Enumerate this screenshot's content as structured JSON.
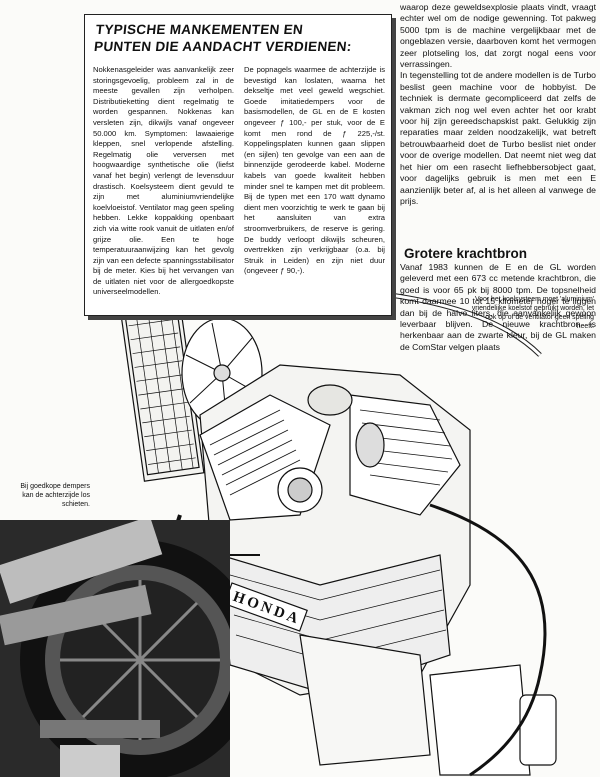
{
  "box": {
    "title_line1": "TYPISCHE MANKEMENTEN EN",
    "title_line2": "PUNTEN DIE AANDACHT VERDIENEN:",
    "col1": "Nokkenasgeleider was aanvankelijk zeer storingsgevoelig, probleem zal in de meeste gevallen zijn verholpen. Distributieketting dient regelmatig te worden gespannen. Nokkenas kan versleten zijn, dikwijls vanaf ongeveer 50.000 km. Symptomen: lawaaierige kleppen, snel verlopende afstelling. Regelmatig olie verversen met hoogwaardige synthetische olie (liefst vanaf het begin) verlengt de levensduur drastisch. Koelsysteem dient gevuld te zijn met aluminiumvriendelijke koelvloeistof. Ventilator mag geen speling hebben. Lekke koppakking openbaart zich via witte rook vanuit de uitlaten en/of grijze olie. Een te hoge temperatuuraanwijzing kan het gevolg zijn van een defecte spanningsstabilisator bij de meter. Kies bij het vervangen van de uitlaten niet voor de allergoedkopste universeelmodellen.",
    "col2": "De popnagels waarmee de achterzijde is bevestigd kan loslaten, waarna het dekseltje met veel geweld wegschiet. Goede imitatiedempers voor de basismodellen, de GL en de E kosten ongeveer ƒ 100,- per stuk, voor de E komt men rond de ƒ 225,-/st. Koppelingsplaten kunnen gaan slippen (en sijlen) ten gevolge van een aan de binnenzijde gerodeerde kabel. Moderne kabels van goede kwaliteit hebben minder snel te kampen met dit probleem. Bij de typen met een 170 watt dynamo dient men voorzichtig te werk te gaan bij het aansluiten van extra stroomverbruikers, de reserve is gering. De buddy verloopt dikwijls scheuren, overtrekken zijn verkrijgbaar (o.a. bij Struik in Leiden) en zijn niet duur (ongeveer ƒ 90,-)."
  },
  "right": {
    "p1": "waarop deze geweldsexplosie plaats vindt, vraagt echter wel om de nodige gewenning. Tot pakweg 5000 tpm is de machine vergelijkbaar met de ongeblazen versie, daarboven komt het vermogen zeer plotseling los, dat zorgt nogal eens voor verrassingen.",
    "p2": "In tegenstelling tot de andere modellen is de Turbo beslist geen machine voor de hobbyist. De techniek is dermate gecompliceerd dat zelfs de vakman zich nog wel even achter het oor krabt voor hij zijn gereedschapskist pakt. Gelukkig zijn reparaties maar zelden noodzakelijk, wat betreft betrouwbaarheid doet de Turbo beslist niet onder voor de overige modellen. Dat neemt niet weg dat het hier om een rasecht liefhebbersobject gaat, voor dagelijks gebruik is men met een E aanzienlijk beter af, al is het alleen al vanwege de prijs.",
    "heading": "Grotere krachtbron",
    "p3": "Vanaf 1983 kunnen de E en de GL worden geleverd met een 673 cc metende krachtbron, die goed is voor 65 pk bij 8000 tpm. De topsnelheid komt daarmee 10 tot 15 kilometer hoger te liggen dan bij de halve liters, die aanvankelijk gewoon leverbaar blijven. De nieuwe krachtbron is herkenbaar aan de zwarte kleur, bij de GL maken de ComStar velgen plaats"
  },
  "captions": {
    "right": "Voor het koelsysteem moet 'aluminium' vriendelijke koelstof gebruikt worden, let ook op of de ventilator geen speling heeft.",
    "left": "Bij goedkope dempers kan de achterzijde los schieten."
  },
  "illustration": {
    "brand_text": "HONDA"
  }
}
